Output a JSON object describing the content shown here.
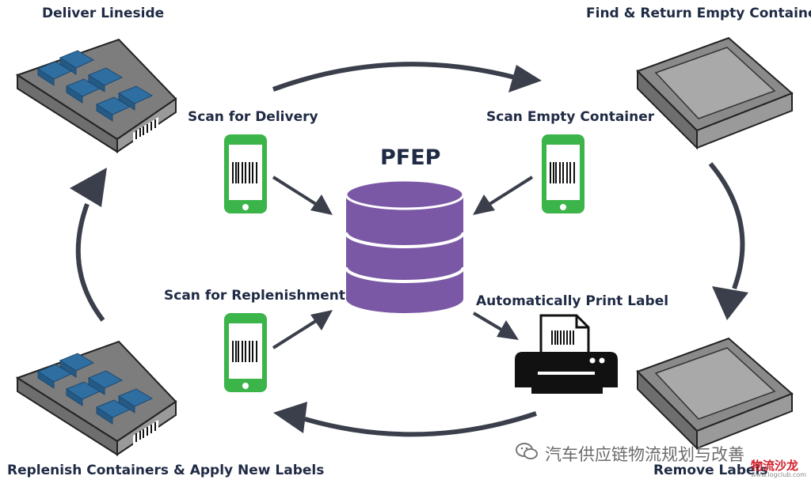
{
  "diagram": {
    "title": "PFEP",
    "steps": {
      "deliver_lineside": "Deliver Lineside",
      "find_return": "Find & Return Empty Containers",
      "scan_delivery": "Scan for Delivery",
      "scan_empty": "Scan Empty Container",
      "scan_replenishment": "Scan for Replenishment",
      "auto_print": "Automatically Print Label",
      "replenish_apply": "Replenish Containers & Apply New Labels",
      "remove_labels": "Remove Labels"
    }
  },
  "watermark": {
    "text": "汽车供应链物流规划与改善",
    "brand": "物流沙龙",
    "url": "www.logclub.com"
  },
  "colors": {
    "database": "#7b58a6",
    "phone": "#3bb44a",
    "arrow": "#3a3f4b",
    "box_gray": "#8c8c8c",
    "part_blue": "#2f6ea1"
  }
}
